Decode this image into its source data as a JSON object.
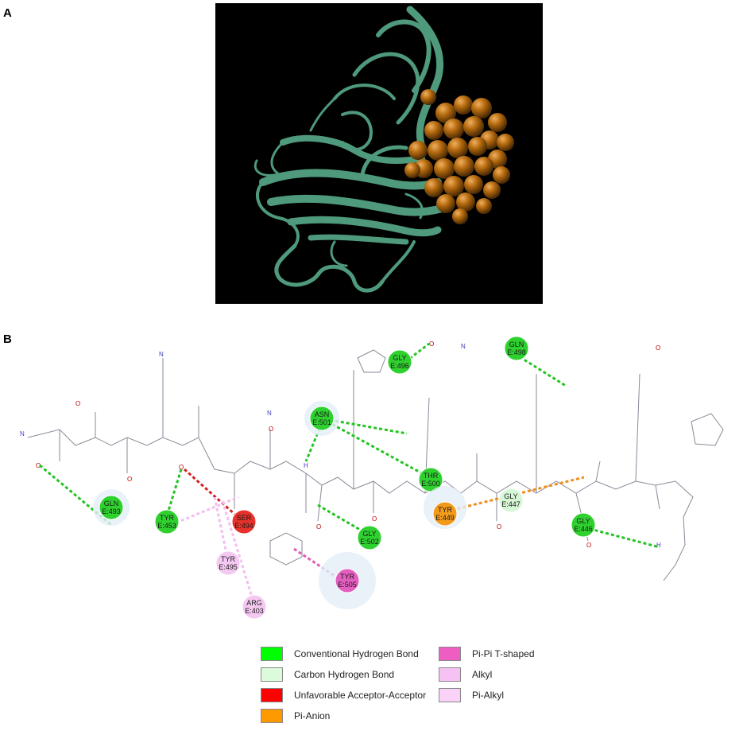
{
  "panel_labels": {
    "a": "A",
    "b": "B"
  },
  "residues": [
    {
      "label": "GLN",
      "id": "E:493",
      "color": "#2fd12f"
    },
    {
      "label": "TYR",
      "id": "E:453",
      "color": "#2fd12f"
    },
    {
      "label": "SER",
      "id": "E:494",
      "color": "#e8312b"
    },
    {
      "label": "TYR",
      "id": "E:495",
      "color": "#f5c8f2"
    },
    {
      "label": "ARG",
      "id": "E:403",
      "color": "#f5c8f2"
    },
    {
      "label": "ASN",
      "id": "E:501",
      "color": "#2fd12f"
    },
    {
      "label": "GLY",
      "id": "E:496",
      "color": "#2fd12f"
    },
    {
      "label": "GLY",
      "id": "E:502",
      "color": "#2fd12f"
    },
    {
      "label": "TYR",
      "id": "E:505",
      "color": "#e25fbf"
    },
    {
      "label": "THR",
      "id": "E:500",
      "color": "#2fd12f"
    },
    {
      "label": "TYR",
      "id": "E:449",
      "color": "#f39a1a"
    },
    {
      "label": "GLY",
      "id": "E:447",
      "color": "#d6f7d6"
    },
    {
      "label": "GLN",
      "id": "E:498",
      "color": "#2fd12f"
    },
    {
      "label": "GLY",
      "id": "E:446",
      "color": "#2fd12f"
    }
  ],
  "atom_labels": {
    "oxygen": "O",
    "nitrogen": "N",
    "hydrogen": "H"
  },
  "legend": [
    {
      "label": "Conventional Hydrogen Bond",
      "color": "#00ff00"
    },
    {
      "label": "Carbon Hydrogen Bond",
      "color": "#dcfadc"
    },
    {
      "label": "Unfavorable Acceptor-Acceptor",
      "color": "#ff0000"
    },
    {
      "label": "Pi-Anion",
      "color": "#ff9900"
    },
    {
      "label": "Pi-Pi T-shaped",
      "color": "#ee5ec2"
    },
    {
      "label": "Alkyl",
      "color": "#f6c2f4"
    },
    {
      "label": "Pi-Alkyl",
      "color": "#fad2f8"
    }
  ],
  "colors": {
    "ribbon": "#4f9a7c",
    "ligand": "#b56a0e",
    "background_3d": "#000000",
    "h_bond": "#22c422",
    "acceptor_clash": "#d62020",
    "pi_anion": "#ef8e1c",
    "pi_pi": "#e05ab8",
    "alkyl": "#f3bfef"
  }
}
